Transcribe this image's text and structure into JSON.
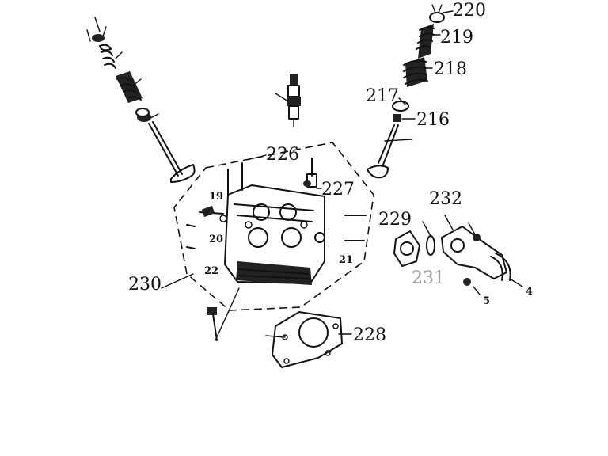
{
  "labels": {
    "p220": "220",
    "p219": "219",
    "p218": "218",
    "p217": "217",
    "p216": "216",
    "p226": "226",
    "p227": "227",
    "p19": "19",
    "p20": "20",
    "p21": "21",
    "p22": "22",
    "p229": "229",
    "p232": "232",
    "p230": "230",
    "p231": "231",
    "p228": "228",
    "p4": "4",
    "p5": "5"
  },
  "colors": {
    "ink": "#111111",
    "faded_label": "#9a9a9a"
  },
  "icons": {
    "valve_left": "valve-with-spring-stack",
    "valve_right": "valve-with-spring-stack",
    "spark_plug": "spark-plug",
    "cylinder_head": "cylinder-head",
    "head_gasket": "head-gasket",
    "intake_manifold": "intake-manifold"
  }
}
